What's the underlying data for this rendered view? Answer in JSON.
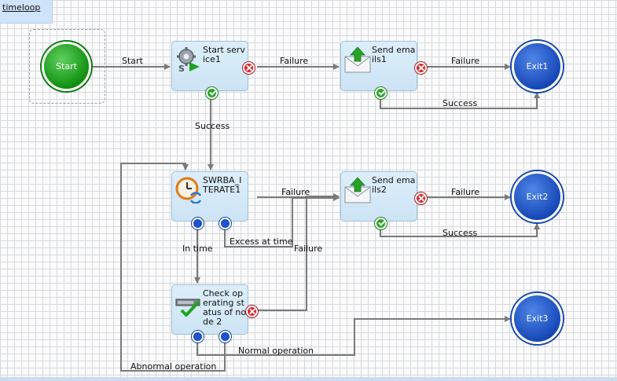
{
  "tab": {
    "label": "timeloop"
  },
  "nodes": {
    "start": {
      "label": "Start"
    },
    "start_service": {
      "label": "Start service1"
    },
    "send_email1": {
      "label": "Send emails1"
    },
    "swrba": {
      "label": "SWRBA_ITERATE1"
    },
    "send_email2": {
      "label": "Send emails2"
    },
    "check_node": {
      "label": "Check operating status of node 2"
    },
    "exit1": {
      "label": "Exit1"
    },
    "exit2": {
      "label": "Exit2"
    },
    "exit3": {
      "label": "Exit3"
    }
  },
  "edges": {
    "start_to_service": "Start",
    "service_failure": "Failure",
    "service_success": "Success",
    "email1_failure": "Failure",
    "email1_success": "Success",
    "swrba_failure": "Failure",
    "swrba_excess": "Excess at time",
    "swrba_in_time": "In time",
    "email2_failure": "Failure",
    "email2_success": "Success",
    "check_failure": "Failure",
    "check_normal": "Normal operation",
    "check_abnormal": "Abnormal operation"
  },
  "colors": {
    "start_green": "#109010",
    "exit_blue": "#1748b8",
    "box_fill": "#d6e9f7",
    "wire": "#7a7a7a",
    "fail_red": "#d9262b",
    "ok_green": "#2aa52a"
  },
  "icons": {
    "start_service": "gear-play-icon",
    "send_email": "envelope-upload-icon",
    "swrba": "clock-refresh-icon",
    "check_node": "server-check-icon"
  }
}
